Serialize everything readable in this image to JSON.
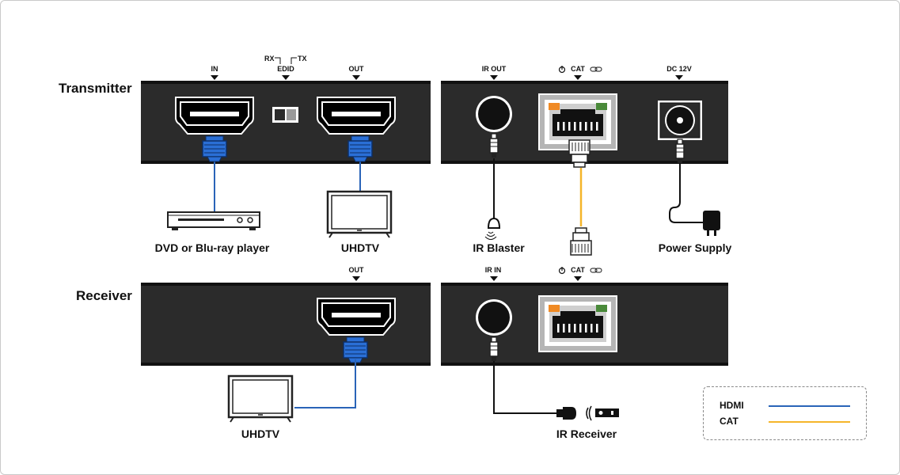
{
  "rows": {
    "transmitter": "Transmitter",
    "receiver": "Receiver"
  },
  "tx": {
    "port_in": "IN",
    "port_edid": "EDID",
    "edid_rx": "RX",
    "edid_tx": "TX",
    "port_out": "OUT",
    "port_ir_out": "IR OUT",
    "port_cat": "CAT",
    "port_dc": "DC 12V"
  },
  "rx": {
    "port_out": "OUT",
    "port_ir_in": "IR IN",
    "port_cat": "CAT"
  },
  "devices": {
    "dvd": "DVD or Blu-ray player",
    "uhdtv_tx": "UHDTV",
    "ir_blaster": "IR Blaster",
    "power_supply": "Power Supply",
    "uhdtv_rx": "UHDTV",
    "ir_receiver": "IR Receiver"
  },
  "legend": {
    "hdmi": "HDMI",
    "cat": "CAT"
  },
  "colors": {
    "hdmi": "#2a64b8",
    "cat": "#f5b52a",
    "panel": "#2b2b2b",
    "connector_blue": "#2a6fd6"
  }
}
